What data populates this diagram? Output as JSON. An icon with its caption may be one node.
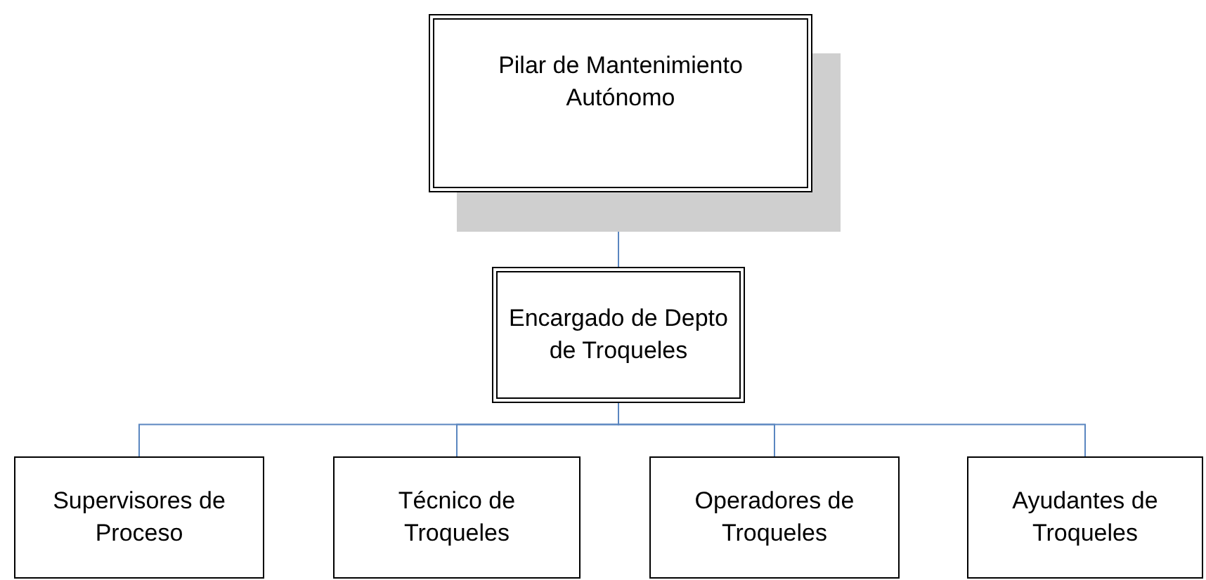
{
  "diagram": {
    "nodes": [
      {
        "text": [
          "Pilar de Mantenimiento Autónomo"
        ]
      },
      {
        "text": [
          "Encargado de Depto de Troqueles"
        ]
      },
      {
        "text": [
          "Supervisores de Proceso"
        ]
      },
      {
        "text": [
          "Técnico de Troqueles"
        ]
      },
      {
        "text": [
          "Operadores de Troqueles"
        ]
      },
      {
        "text": [
          "Ayudantes de Troqueles"
        ]
      }
    ],
    "edges": [
      {
        "from": 0,
        "to": 1,
        "arrow": "none"
      },
      {
        "from": 1,
        "to": 2,
        "arrow": "none"
      },
      {
        "from": 1,
        "to": 3,
        "arrow": "none"
      },
      {
        "from": 1,
        "to": 4,
        "arrow": "none"
      },
      {
        "from": 1,
        "to": 5,
        "arrow": "none"
      }
    ]
  }
}
